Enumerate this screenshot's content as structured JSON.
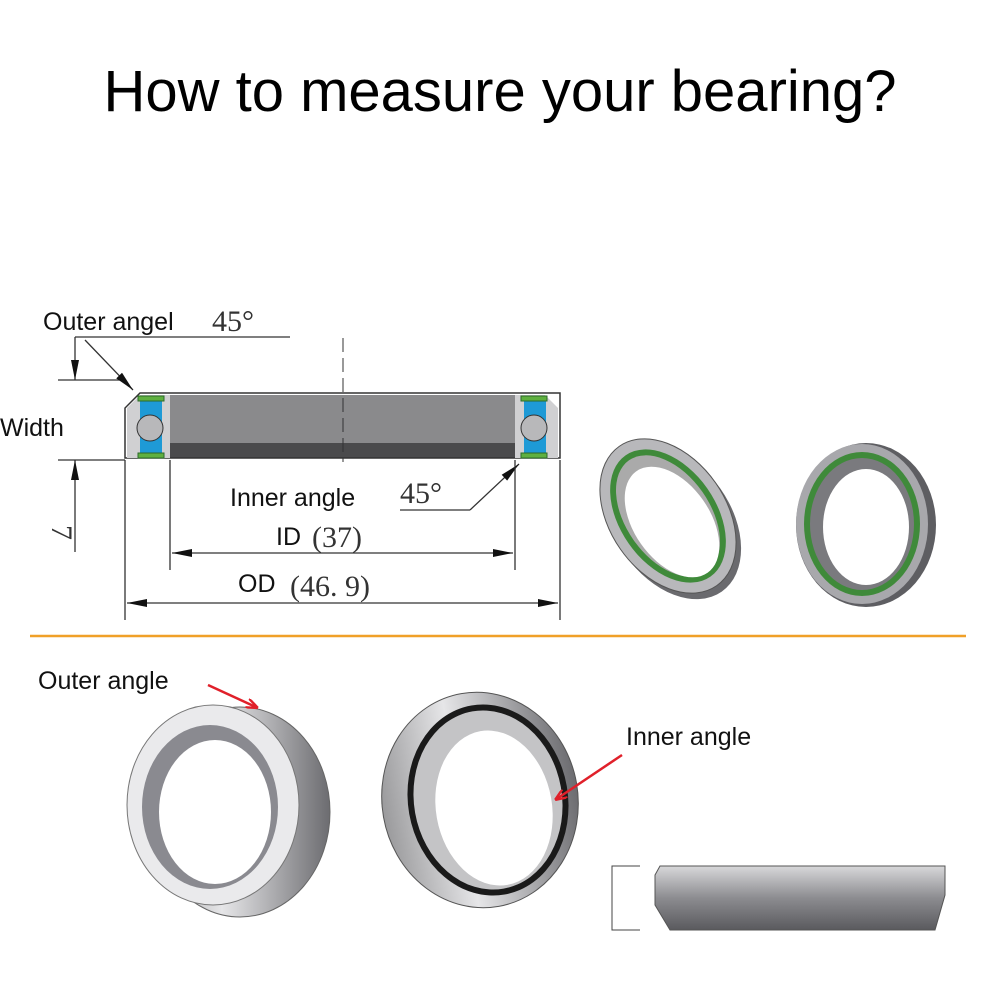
{
  "title": "How to measure your bearing?",
  "drawing": {
    "outer_angle_label": "Outer angel",
    "outer_angle_value": "45°",
    "width_label": "Width",
    "width_value": "7",
    "inner_angle_label": "Inner angle",
    "inner_angle_value": "45°",
    "id_label": "ID",
    "id_value": "(37)",
    "od_label": "OD",
    "od_value": "(46. 9)"
  },
  "photos": {
    "outer_angle_label": "Outer angle",
    "inner_angle_label": "Inner angle"
  },
  "colors": {
    "divider": "#f0a028",
    "seal_blue": "#1e9ad6",
    "seal_green": "#3f8a3a",
    "arrow_red": "#e0202a"
  }
}
